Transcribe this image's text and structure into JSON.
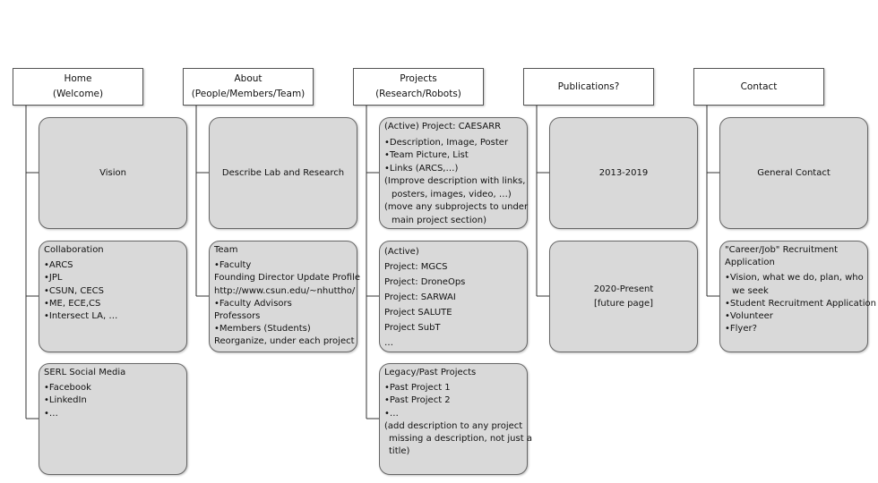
{
  "columns": [
    {
      "header": [
        "Home",
        "(Welcome)"
      ],
      "cards": [
        {
          "lines": [
            "Vision"
          ]
        },
        {
          "lines": [
            "Collaboration",
            "•ARCS",
            "•JPL",
            "•CSUN, CECS",
            "•ME, ECE,CS",
            "•Intersect LA, …"
          ]
        },
        {
          "lines": [
            "SERL Social Media",
            "•Facebook",
            "•LinkedIn",
            "•…"
          ]
        }
      ]
    },
    {
      "header": [
        "About",
        "(People/Members/Team)"
      ],
      "cards": [
        {
          "lines": [
            "Describe Lab and Research"
          ]
        },
        {
          "lines": [
            "Team",
            "•Faculty",
            "Founding Director Update Profile",
            "http://www.csun.edu/~nhuttho/",
            "•Faculty Advisors",
            "Professors",
            "•Members (Students)",
            "Reorganize, under each project"
          ]
        }
      ]
    },
    {
      "header": [
        "Projects",
        "(Research/Robots)"
      ],
      "cards": [
        {
          "lines": [
            "(Active) Project: CAESARR",
            "•Description, Image, Poster",
            "•Team Picture, List",
            "•Links (ARCS,…)",
            "(Improve description with links,",
            "posters, images, video, …)",
            "(move any subprojects to under",
            "main project section)"
          ]
        },
        {
          "lines": [
            "(Active)",
            "Project: MGCS",
            "Project: DroneOps",
            "Project: SARWAI",
            "Project SALUTE",
            "Project SubT",
            "…"
          ]
        },
        {
          "lines": [
            "Legacy/Past Projects",
            "•Past Project 1",
            "•Past Project 2",
            "•…",
            "(add description to any project",
            "missing a description, not just a",
            "title)"
          ]
        }
      ]
    },
    {
      "header": [
        "Publications?"
      ],
      "cards": [
        {
          "lines": [
            "2013-2019"
          ]
        },
        {
          "lines": [
            "2020-Present",
            "[future page]"
          ]
        }
      ]
    },
    {
      "header": [
        "Contact"
      ],
      "cards": [
        {
          "lines": [
            "General Contact"
          ]
        },
        {
          "lines": [
            "\"Career/Job\" Recruitment",
            "Application",
            "•Vision, what we do, plan, who",
            "we seek",
            "•Student Recruitment Application",
            "•Volunteer",
            "•Flyer?"
          ]
        }
      ]
    }
  ]
}
